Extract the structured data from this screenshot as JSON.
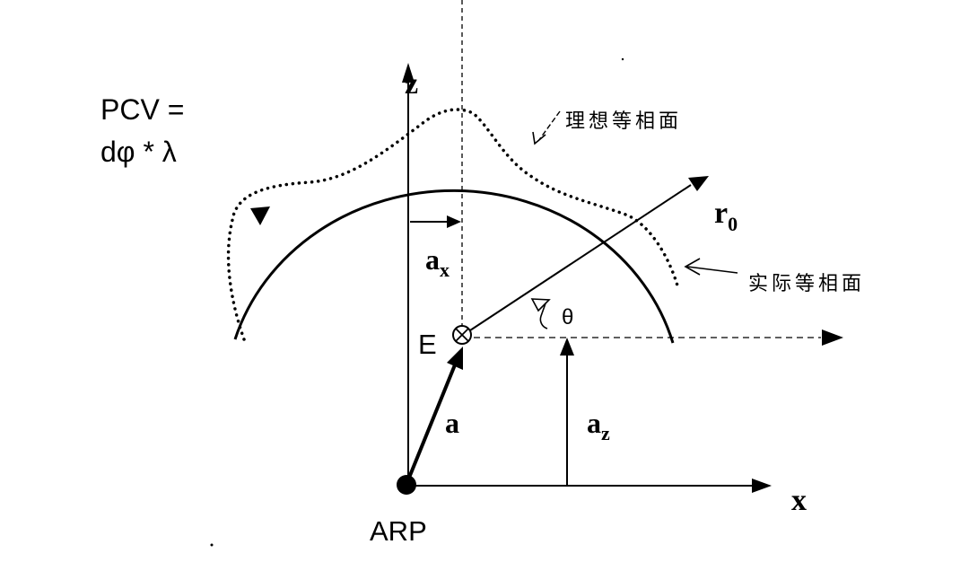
{
  "formula": {
    "line1": "PCV =",
    "line2": "dφ *  λ"
  },
  "axes": {
    "z_label": "z",
    "x_label": "x"
  },
  "points": {
    "arp_label": "ARP",
    "e_label": "E"
  },
  "vectors": {
    "a_label": "a",
    "ax_main": "a",
    "ax_sub": "x",
    "az_main": "a",
    "az_sub": "z",
    "r0_main": "r",
    "r0_sub": "0",
    "theta_label": "θ"
  },
  "surfaces": {
    "ideal_label": "理想等相面",
    "actual_label": "实际等相面"
  },
  "colors": {
    "ink": "#000000",
    "background": "#ffffff"
  }
}
